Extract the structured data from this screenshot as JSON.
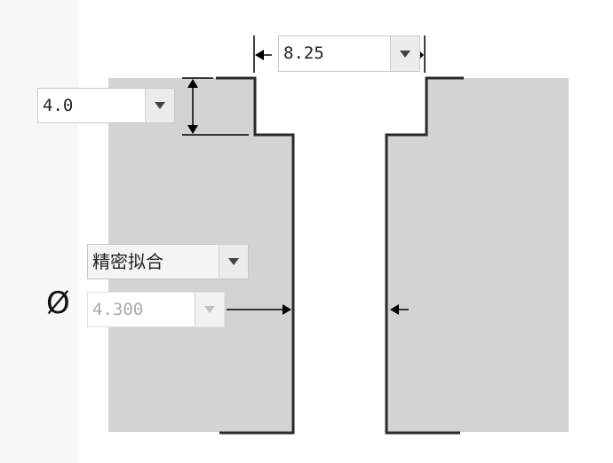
{
  "counterbore_depth": {
    "value": "4.0"
  },
  "counterbore_diameter": {
    "value": "8.25"
  },
  "fit_type": {
    "value": "精密拟合"
  },
  "hole_diameter": {
    "symbol": "Ø",
    "value": "4.300",
    "enabled": false
  },
  "colors": {
    "material": "#d3d3d3",
    "outline": "#2a2a2a"
  }
}
